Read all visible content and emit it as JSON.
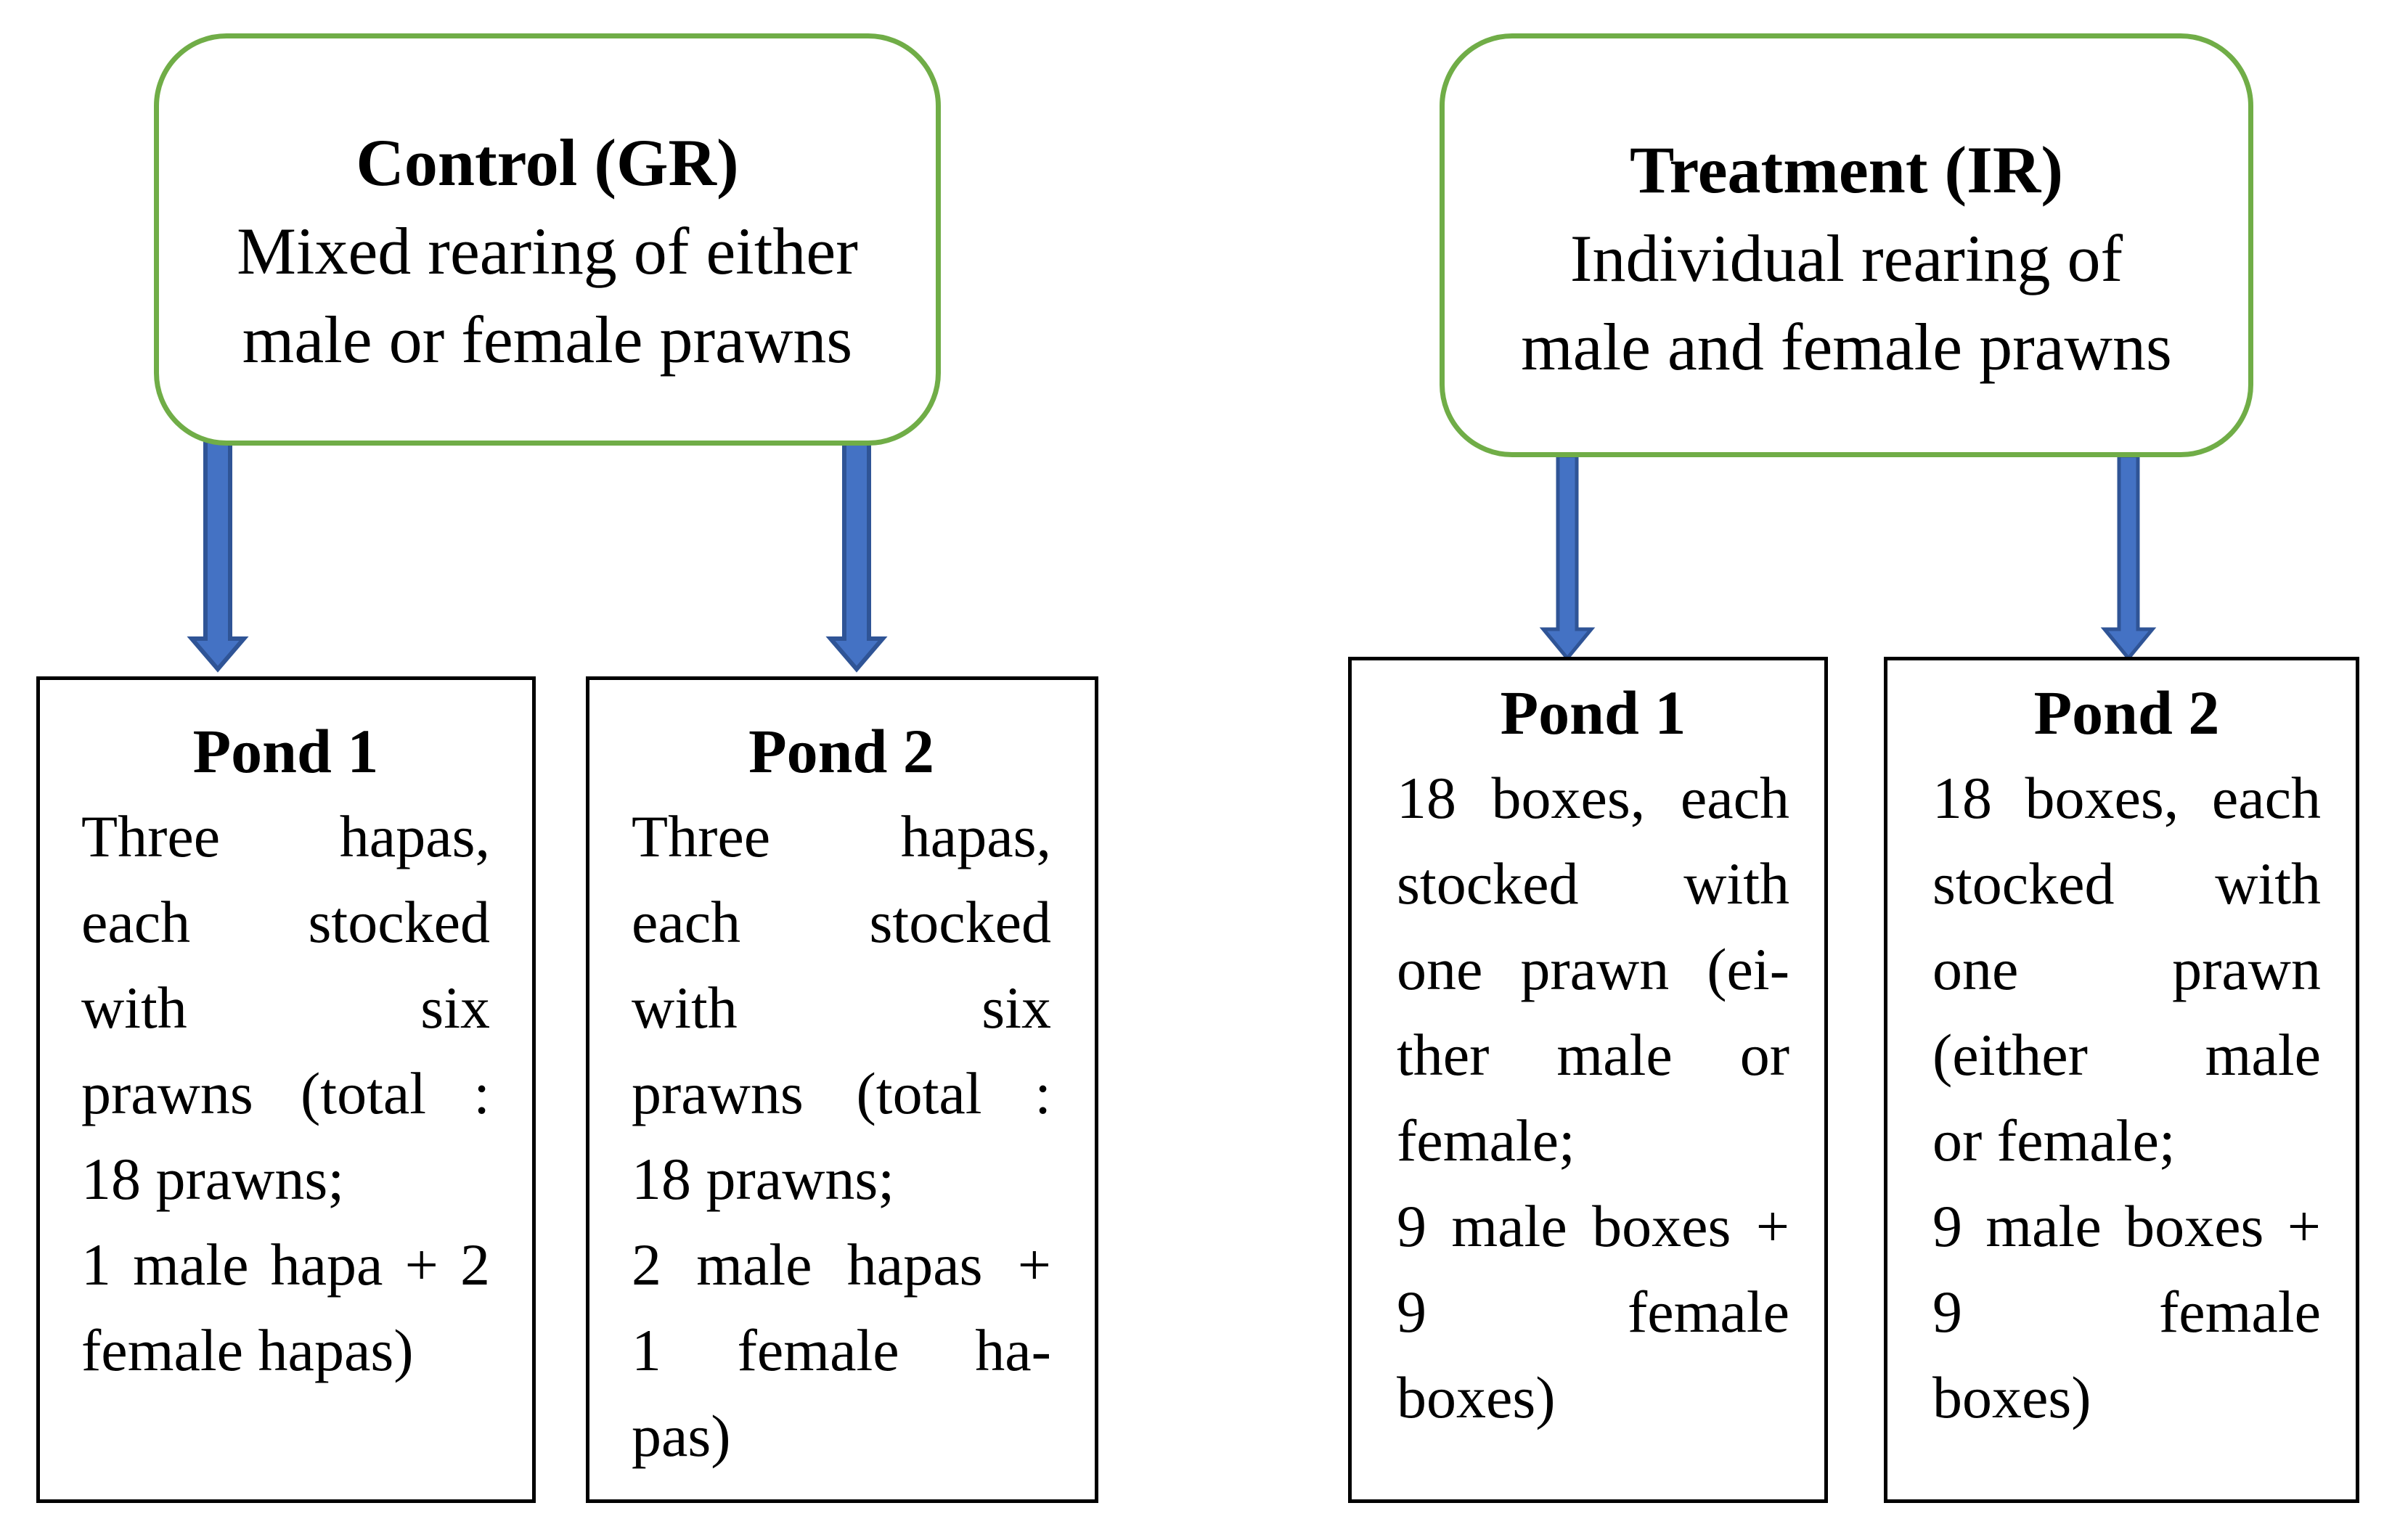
{
  "colors": {
    "green-border": "#70AD47",
    "arrow-fill": "#4472C4",
    "arrow-stroke": "#2F5496",
    "box-border": "#000000"
  },
  "headers": [
    {
      "title": "Control (GR)",
      "line1": "Mixed rearing of either",
      "line2": "male or female prawns"
    },
    {
      "title": "Treatment (IR)",
      "line1": "Individual rearing of",
      "line2": "male and female prawns"
    }
  ],
  "ponds": [
    {
      "title": "Pond 1",
      "group": "Control (GR)",
      "lines": [
        {
          "text": "Three hapas,",
          "justify": true
        },
        {
          "text": "each stocked",
          "justify": true
        },
        {
          "text": "with six",
          "justify": true
        },
        {
          "text": "prawns (total :",
          "justify": true
        },
        {
          "text": "18 prawns;",
          "justify": false
        },
        {
          "text": "1 male hapa + 2",
          "justify": true
        },
        {
          "text": "female hapas)",
          "justify": false
        }
      ]
    },
    {
      "title": "Pond 2",
      "group": "Control (GR)",
      "lines": [
        {
          "text": "Three hapas,",
          "justify": true
        },
        {
          "text": "each stocked",
          "justify": true
        },
        {
          "text": "with six",
          "justify": true
        },
        {
          "text": "prawns (total :",
          "justify": true
        },
        {
          "text": "18 prawns;",
          "justify": false
        },
        {
          "text": "2 male hapas +",
          "justify": true
        },
        {
          "text": "1 female ha-",
          "justify": true
        },
        {
          "text": "pas)",
          "justify": false
        }
      ]
    },
    {
      "title": "Pond 1",
      "group": "Treatment (IR)",
      "lines": [
        {
          "text": "18 boxes, each",
          "justify": true
        },
        {
          "text": "stocked with",
          "justify": true
        },
        {
          "text": "one prawn (ei-",
          "justify": true
        },
        {
          "text": "ther male or",
          "justify": true
        },
        {
          "text": "female;",
          "justify": false
        },
        {
          "text": "9 male boxes +",
          "justify": true
        },
        {
          "text": "9 female",
          "justify": true
        },
        {
          "text": "boxes)",
          "justify": false
        }
      ]
    },
    {
      "title": "Pond 2",
      "group": "Treatment (IR)",
      "lines": [
        {
          "text": "18 boxes, each",
          "justify": true
        },
        {
          "text": "stocked with",
          "justify": true
        },
        {
          "text": "one prawn",
          "justify": true
        },
        {
          "text": "(either male",
          "justify": true
        },
        {
          "text": "or female;",
          "justify": false
        },
        {
          "text": "9 male boxes +",
          "justify": true
        },
        {
          "text": "9 female",
          "justify": true
        },
        {
          "text": "boxes)",
          "justify": false
        }
      ]
    }
  ]
}
